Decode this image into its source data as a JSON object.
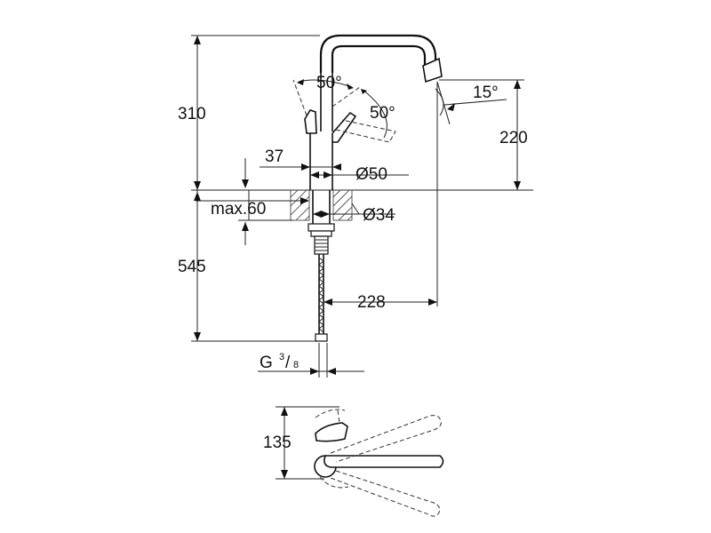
{
  "dimensions": {
    "height_total": "310",
    "spout_height": "220",
    "lever_angle_up": "50°",
    "lever_angle_side": "50°",
    "spout_angle": "15°",
    "lever_offset": "37",
    "body_diameter": "Ø50",
    "max_countertop": "max.60",
    "hole_diameter": "Ø34",
    "below_length": "545",
    "reach": "228",
    "connection_prefix": "G",
    "connection_num": "3",
    "connection_den": "8",
    "top_view_height": "135"
  }
}
